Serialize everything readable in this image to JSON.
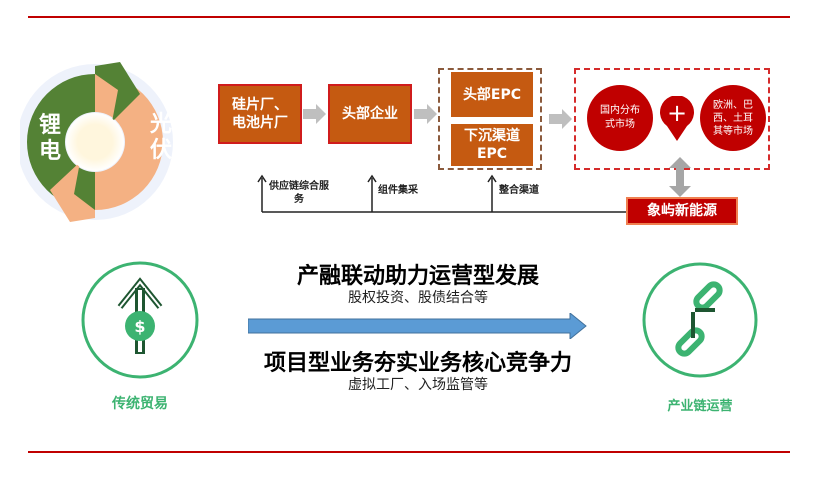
{
  "cycle": {
    "left_label": "锂电",
    "right_label": "光伏"
  },
  "chain": {
    "box1": "硅片厂、电池片厂",
    "box2": "头部企业",
    "epc_top": "头部EPC",
    "epc_bottom": "下沉渠道EPC",
    "market_domestic": "国内分布式市场",
    "plus": "+",
    "market_overseas": "欧洲、巴西、土耳其等市场",
    "company": "象屿新能源",
    "feedback_labels": [
      "供应链综合服务",
      "组件集采",
      "整合渠道"
    ]
  },
  "transition": {
    "left_label": "传统贸易",
    "right_label": "产业链运营",
    "title1": "产融联动助力运营型发展",
    "sub1": "股权投资、股债结合等",
    "title2": "项目型业务夯实业务核心竞争力",
    "sub2": "虚拟工厂、入场监管等"
  },
  "colors": {
    "red": "#c00000",
    "orange": "#c55a11",
    "green": "#3cb371",
    "dark_green": "#548235",
    "blue": "#5b9bd5"
  }
}
